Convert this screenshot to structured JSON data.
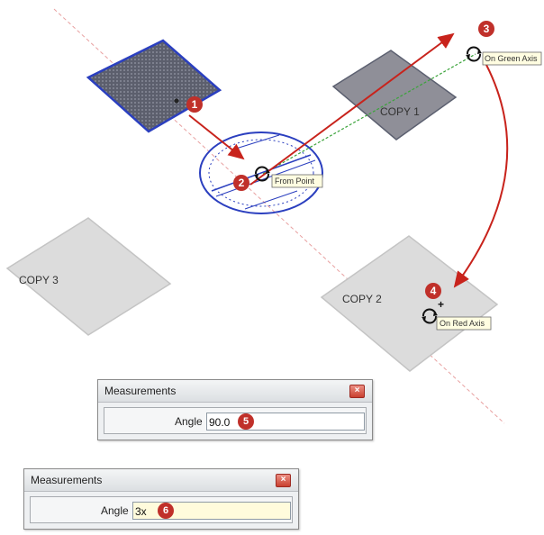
{
  "scene": {
    "shapes": {
      "copy1": "COPY 1",
      "copy2": "COPY 2",
      "copy3": "COPY 3"
    },
    "tooltips": {
      "from_point": "From Point",
      "on_green_axis": "On Green Axis",
      "on_red_axis": "On Red Axis"
    },
    "steps": [
      "1",
      "2",
      "3",
      "4"
    ],
    "colors": {
      "selection_blue": "#2b3fbf",
      "arrow_red": "#c8231c",
      "green_axis": "#3aa33a",
      "badge_red": "#c0302a"
    }
  },
  "dialog1": {
    "title": "Measurements",
    "label": "Angle",
    "value": "90.0",
    "step": "5"
  },
  "dialog2": {
    "title": "Measurements",
    "label": "Angle",
    "value": "3x",
    "step": "6"
  }
}
